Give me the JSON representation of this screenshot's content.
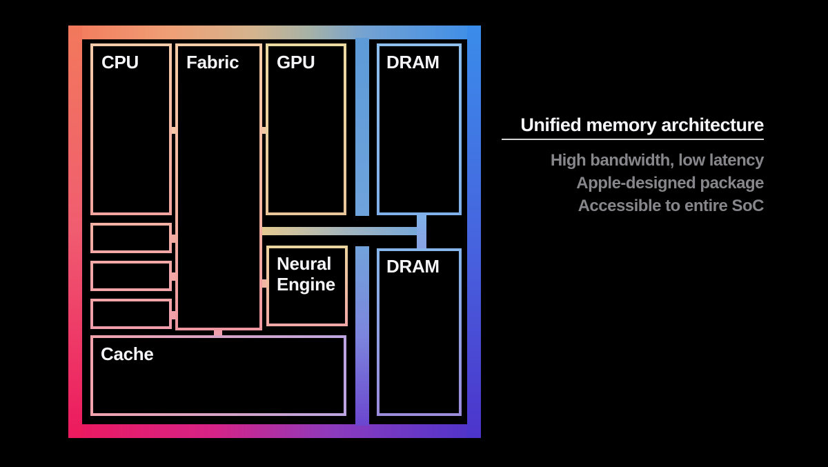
{
  "diagram": {
    "blocks": {
      "cpu": "CPU",
      "fabric": "Fabric",
      "gpu": "GPU",
      "dram_top": "DRAM",
      "neural_engine": "Neural Engine",
      "dram_bottom": "DRAM",
      "cache": "Cache"
    },
    "label_color": "#f5f5f7",
    "gradient_corners": {
      "top_left": "#f2795c",
      "top_right": "#3a8cea",
      "bottom_left": "#ec195e",
      "bottom_right": "#4c34cb"
    }
  },
  "panel": {
    "title": "Unified memory architecture",
    "title_color": "#f5f5f7",
    "underline_color": "#d6d6d9",
    "bullet_color": "#86868b",
    "bullets": [
      "High bandwidth, low latency",
      "Apple-designed package",
      "Accessible to entire SoC"
    ]
  }
}
